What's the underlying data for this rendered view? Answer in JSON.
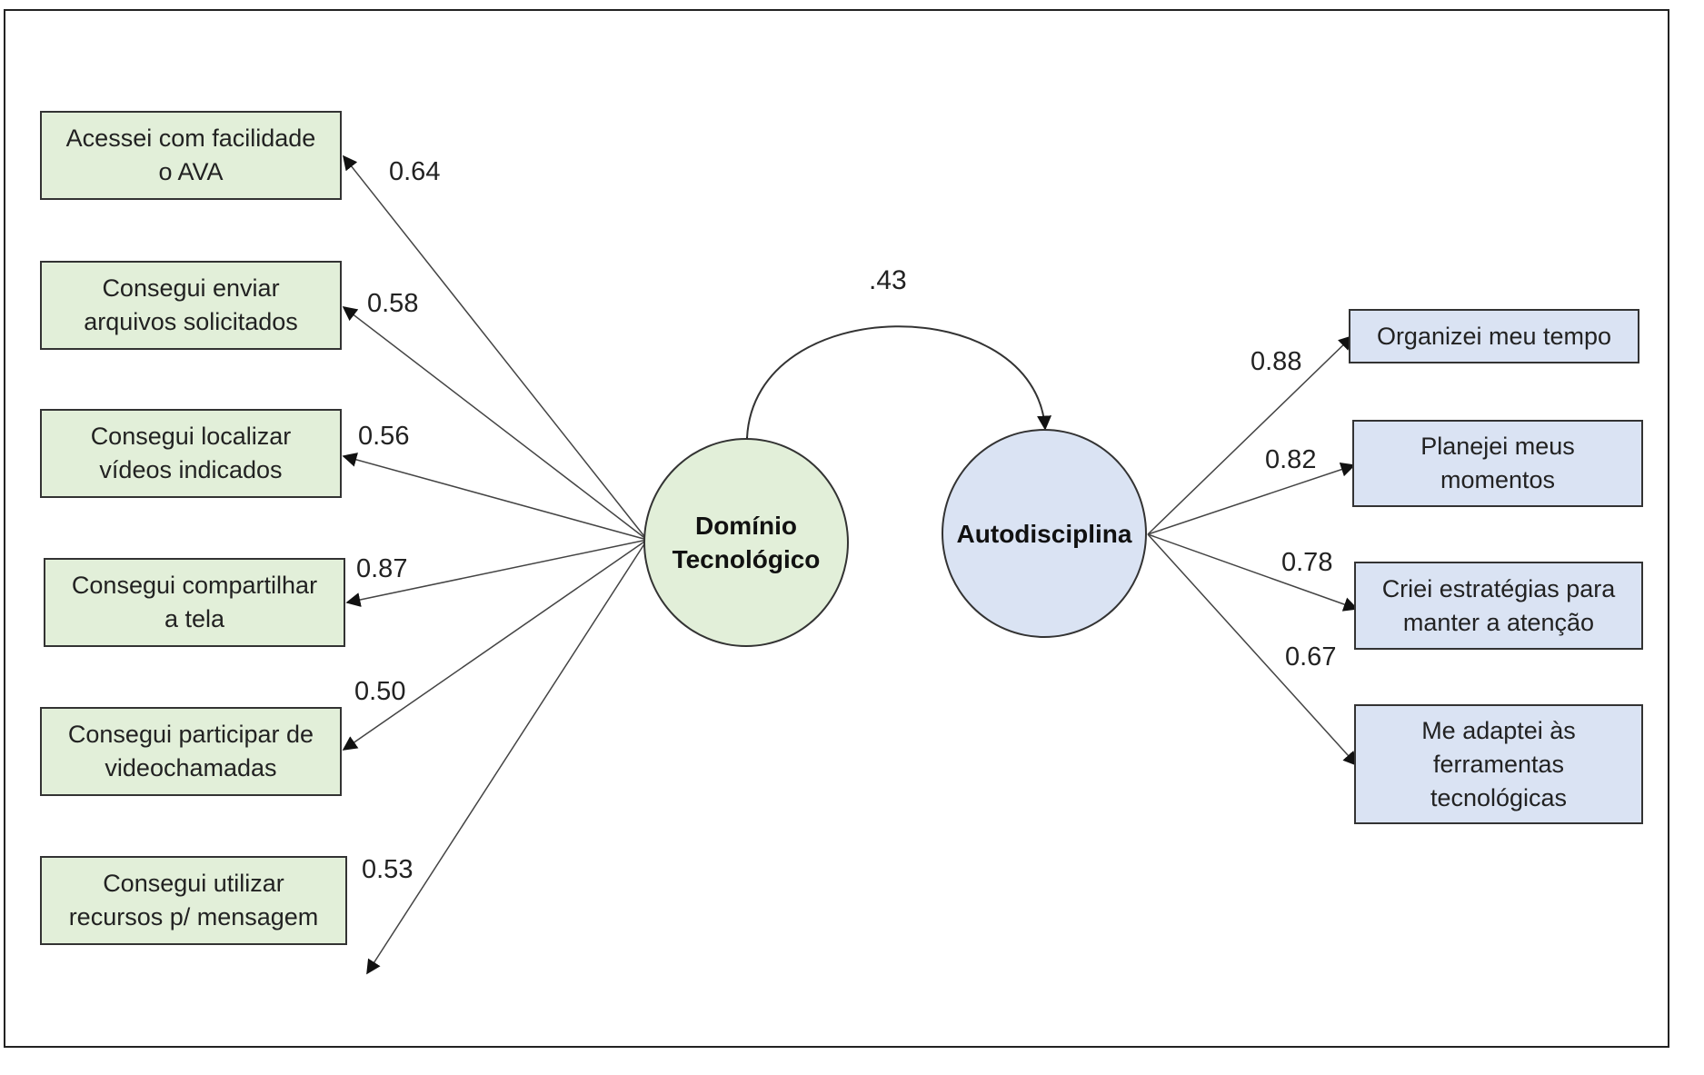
{
  "latents": {
    "left": {
      "label": "Domínio\nTecnológico",
      "color": "#e2efd9"
    },
    "right": {
      "label": "Autodisciplina",
      "color": "#dae3f3"
    }
  },
  "correlation": ".43",
  "left_indicators": [
    {
      "label": "Acessei com facilidade\no AVA",
      "loading": "0.64"
    },
    {
      "label": "Consegui enviar\narquivos solicitados",
      "loading": "0.58"
    },
    {
      "label": "Consegui localizar\nvídeos indicados",
      "loading": "0.56"
    },
    {
      "label": "Consegui compartilhar\na tela",
      "loading": "0.87"
    },
    {
      "label": "Consegui participar de\nvideochamadas",
      "loading": "0.50"
    },
    {
      "label": "Consegui utilizar\nrecursos p/ mensagem",
      "loading": "0.53"
    }
  ],
  "right_indicators": [
    {
      "label": "Organizei meu tempo",
      "loading": "0.88"
    },
    {
      "label": "Planejei meus\nmomentos",
      "loading": "0.82"
    },
    {
      "label": "Criei estratégias para\nmanter a atenção",
      "loading": "0.78"
    },
    {
      "label": "Me adaptei às\nferramentas\ntecnológicas",
      "loading": "0.67"
    }
  ]
}
